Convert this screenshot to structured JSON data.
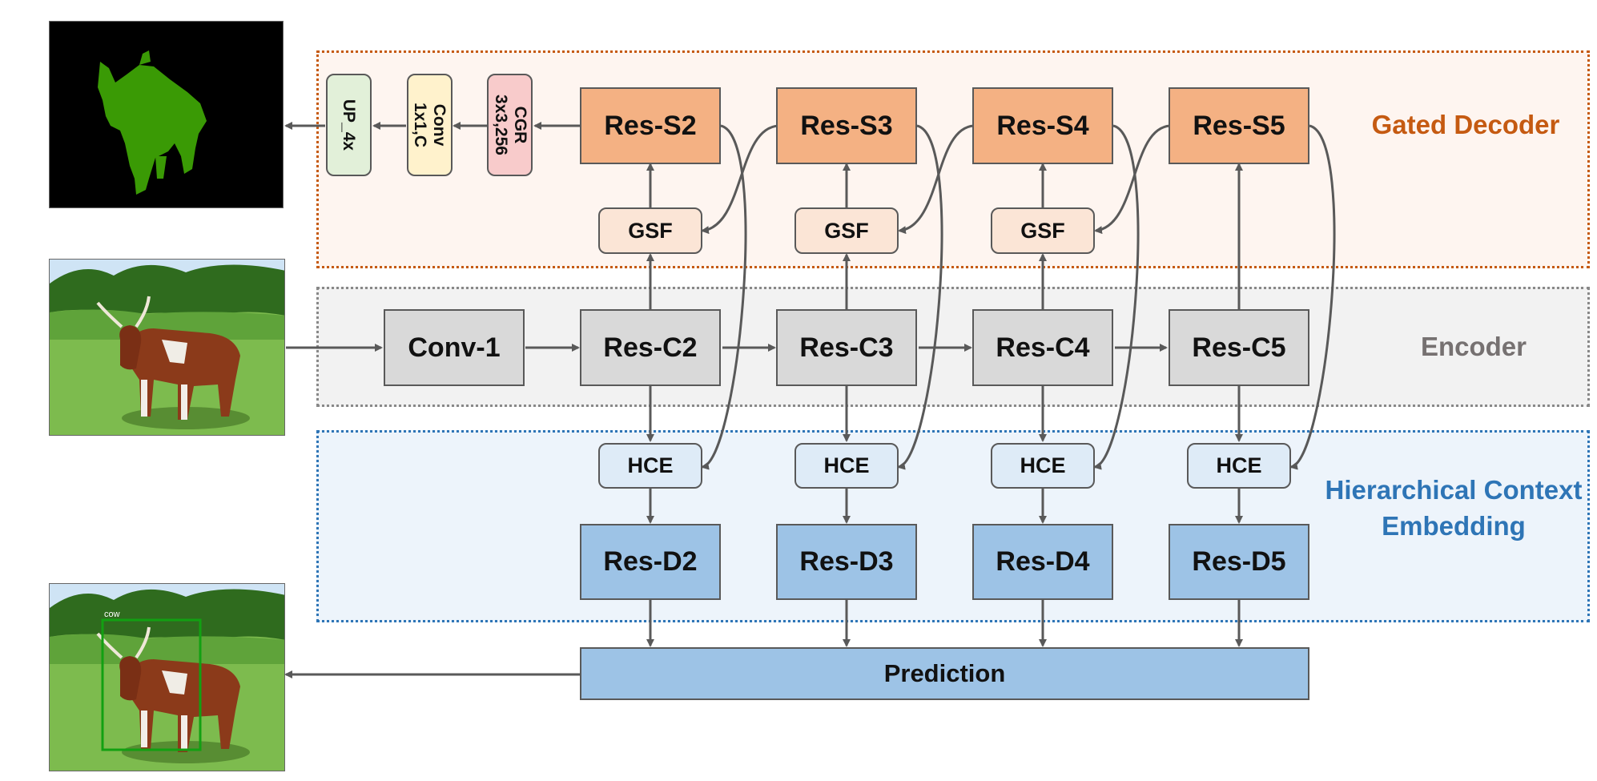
{
  "diagram": {
    "panels": {
      "decoder_label": "Gated Decoder",
      "encoder_label": "Encoder",
      "hce_label_line1": "Hierarchical Context",
      "hce_label_line2": "Embedding"
    },
    "decoder_ops": {
      "up": "UP_4x",
      "conv_line1": "Conv",
      "conv_line2": "1x1,C",
      "cgr_line1": "CGR",
      "cgr_line2": "3x3,256"
    },
    "seg_blocks": [
      "Res-S2",
      "Res-S3",
      "Res-S4",
      "Res-S5"
    ],
    "gsf_blocks": [
      "GSF",
      "GSF",
      "GSF"
    ],
    "encoder_blocks": [
      "Conv-1",
      "Res-C2",
      "Res-C3",
      "Res-C4",
      "Res-C5"
    ],
    "hce_blocks": [
      "HCE",
      "HCE",
      "HCE",
      "HCE"
    ],
    "det_blocks": [
      "Res-D2",
      "Res-D3",
      "Res-D4",
      "Res-D5"
    ],
    "prediction": "Prediction",
    "detection_label": "cow",
    "colors": {
      "seg_fill": "#F4B183",
      "gsf_fill": "#FBE5D6",
      "encoder_fill": "#D9D9D9",
      "hce_fill": "#DEEBF7",
      "det_fill": "#9DC3E6",
      "up_fill": "#E2F0D9",
      "conv_fill": "#FFF2CC",
      "cgr_fill": "#F8CBCB",
      "decoder_accent": "#C55A11",
      "encoder_accent": "#767171",
      "hce_accent": "#2E75B6",
      "mask_green": "#3A9A05",
      "box_green": "#12A012"
    }
  }
}
